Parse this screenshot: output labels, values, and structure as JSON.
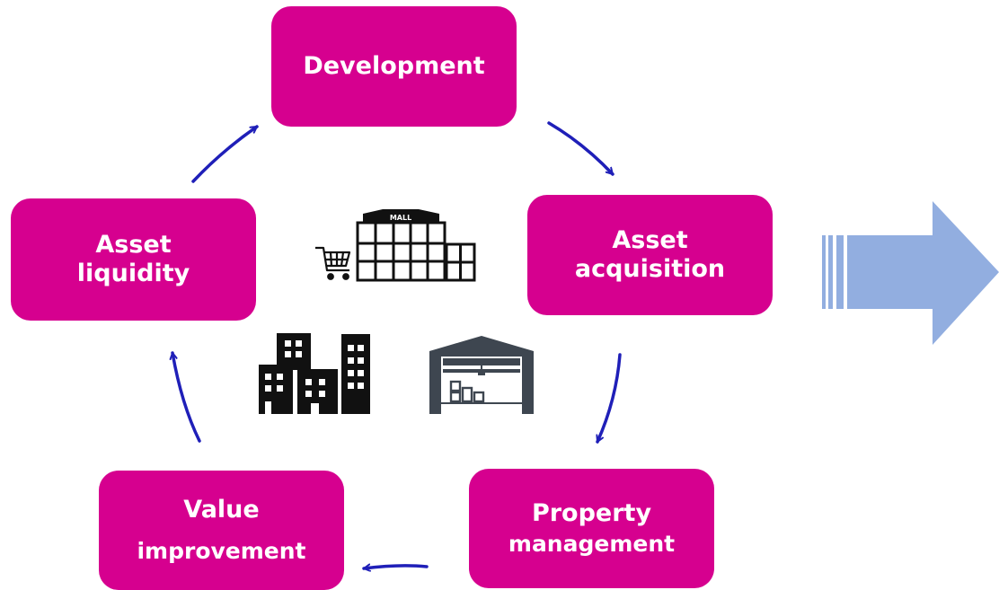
{
  "cycle": {
    "development": {
      "line1": "Development"
    },
    "acquisition": {
      "line1": "Asset",
      "line2": "acquisition"
    },
    "property": {
      "line1": "Property",
      "line2": "management"
    },
    "value": {
      "line1": "Value",
      "line2": "improvement"
    },
    "liquidity": {
      "line1": "Asset",
      "line2": "liquidity"
    }
  },
  "icons": {
    "mall_sign": "MALL"
  },
  "colors": {
    "box_fill": "#d6008f",
    "box_text": "#ffffff",
    "cycle_arrow": "#1f1fb8",
    "big_arrow": "#92aee0",
    "building_icon": "#111111",
    "warehouse_icon": "#3e4650"
  }
}
